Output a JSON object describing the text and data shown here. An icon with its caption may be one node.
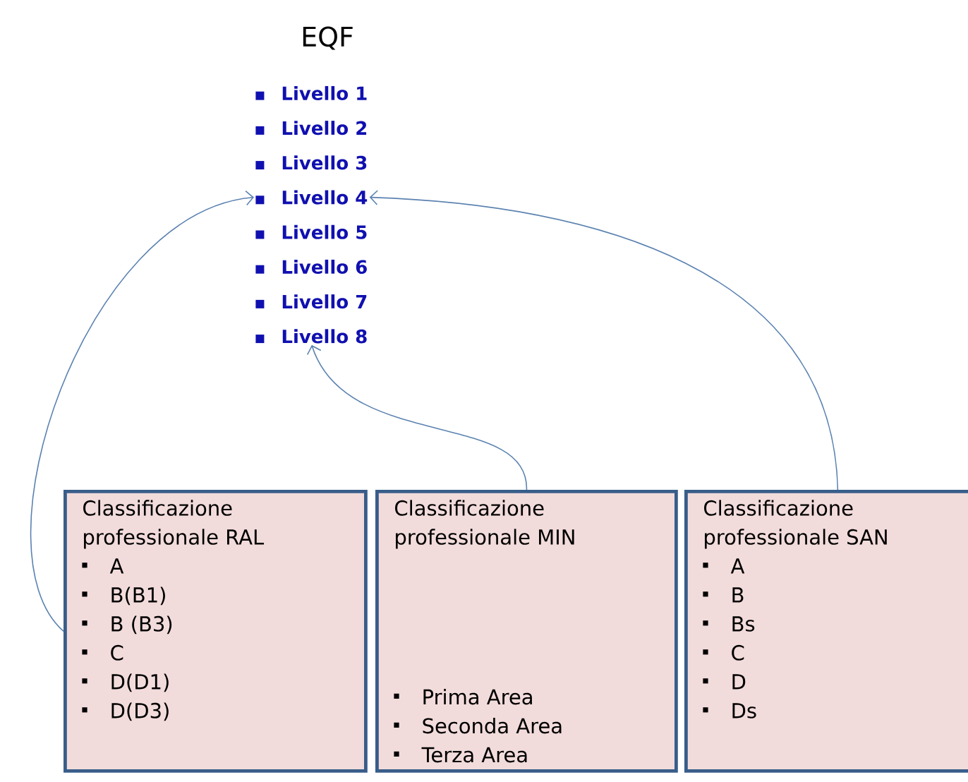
{
  "diagram": {
    "title": "EQF",
    "nodes": [
      {
        "text": [
          "Livello 1"
        ]
      },
      {
        "text": [
          "Livello 2"
        ]
      },
      {
        "text": [
          "Livello 3"
        ]
      },
      {
        "text": [
          "Livello 4"
        ]
      },
      {
        "text": [
          "Livello 5"
        ]
      },
      {
        "text": [
          "Livello 6"
        ]
      },
      {
        "text": [
          "Livello 7"
        ]
      },
      {
        "text": [
          "Livello 8"
        ]
      },
      {
        "text": [
          "Classificazione professionale RAL",
          "A",
          "B(B1)",
          "B (B3)",
          "C",
          "D(D1)",
          "D(D3)"
        ]
      },
      {
        "text": [
          "Classificazione professionale MIN",
          "Prima Area",
          "Seconda Area",
          "Terza Area"
        ]
      },
      {
        "text": [
          "Classificazione professionale SAN",
          "A",
          "B",
          "Bs",
          "C",
          "D",
          "Ds"
        ]
      }
    ],
    "edges": [
      {
        "from": 8,
        "to": 3,
        "arrow": "to"
      },
      {
        "from": 9,
        "to": 7,
        "arrow": "to"
      },
      {
        "from": 10,
        "to": 3,
        "arrow": "to"
      }
    ]
  }
}
